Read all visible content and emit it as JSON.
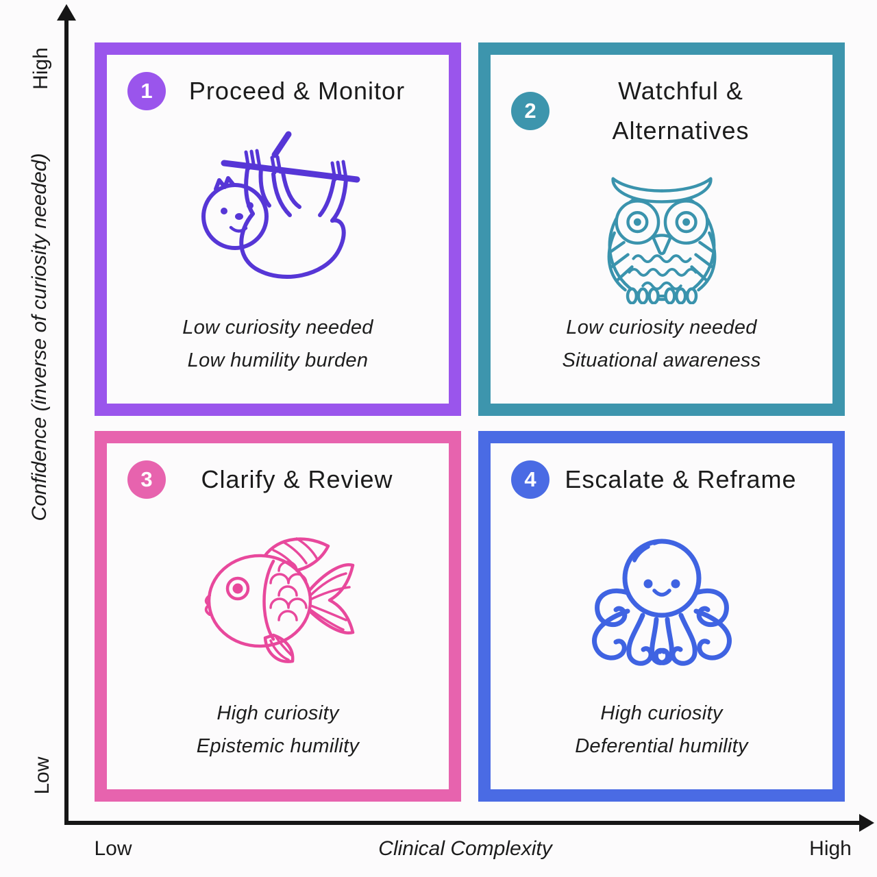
{
  "axes": {
    "y_label": "Confidence (inverse of curiosity needed)",
    "y_high_tick": "High",
    "y_low_tick": "Low",
    "x_label": "Clinical Complexity",
    "x_low_tick": "Low",
    "x_high_tick": "High",
    "axis_color": "#161616"
  },
  "quadrants": [
    {
      "number": "1",
      "title": "Proceed & Monitor",
      "icon": "sloth-icon",
      "color": "#9a55ec",
      "icon_color": "#5636d6",
      "line1": "Low curiosity needed",
      "line2": "Low humility burden"
    },
    {
      "number": "2",
      "title": "Watchful & Alternatives",
      "icon": "owl-icon",
      "color": "#3d95ad",
      "icon_color": "#3a93ad",
      "line1": "Low curiosity needed",
      "line2": "Situational awareness"
    },
    {
      "number": "3",
      "title": "Clarify & Review",
      "icon": "fish-icon",
      "color": "#e763ae",
      "icon_color": "#e8489c",
      "line1": "High curiosity",
      "line2": "Epistemic humility"
    },
    {
      "number": "4",
      "title": "Escalate & Reframe",
      "icon": "octopus-icon",
      "color": "#4a6be4",
      "icon_color": "#3f63e2",
      "line1": "High curiosity",
      "line2": "Deferential humility"
    }
  ],
  "text_color": "#1b1b1b"
}
